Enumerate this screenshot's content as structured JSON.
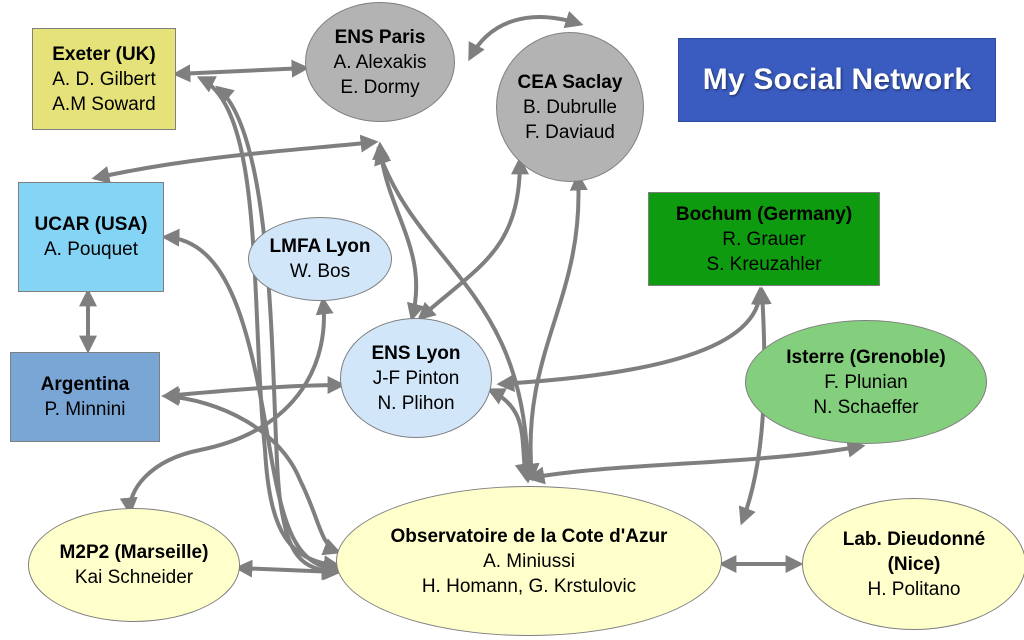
{
  "title": "My Social Network",
  "nodes": {
    "exeter": {
      "name": "Exeter (UK)",
      "people": [
        "A. D. Gilbert",
        "A.M Soward"
      ],
      "color": "#e6e27a"
    },
    "ens_paris": {
      "name": "ENS Paris",
      "people": [
        "A. Alexakis",
        "E. Dormy"
      ],
      "color": "#b3b3b3"
    },
    "cea": {
      "name": "CEA Saclay",
      "people": [
        "B. Dubrulle",
        "F. Daviaud"
      ],
      "color": "#b3b3b3"
    },
    "ucar": {
      "name": "UCAR (USA)",
      "people": [
        "A. Pouquet"
      ],
      "color": "#84d4f5"
    },
    "lmfa": {
      "name": "LMFA Lyon",
      "people": [
        "W. Bos"
      ],
      "color": "#d2e6fa"
    },
    "bochum": {
      "name": "Bochum (Germany)",
      "people": [
        "R. Grauer",
        "S. Kreuzahler"
      ],
      "color": "#0f9b0f"
    },
    "argentina": {
      "name": "Argentina",
      "people": [
        "P. Minnini"
      ],
      "color": "#7aa6d6"
    },
    "ens_lyon": {
      "name": "ENS Lyon",
      "people": [
        "J-F Pinton",
        "N. Plihon"
      ],
      "color": "#d2e6fa"
    },
    "isterre": {
      "name": "Isterre (Grenoble)",
      "people": [
        "F. Plunian",
        "N. Schaeffer"
      ],
      "color": "#84cf7e"
    },
    "m2p2": {
      "name": "M2P2 (Marseille)",
      "people": [
        "Kai Schneider"
      ],
      "color": "#ffffcc"
    },
    "oca": {
      "name": "Observatoire de la Cote d'Azur",
      "people": [
        "A. Miniussi",
        "H. Homann, G. Krstulovic"
      ],
      "color": "#ffffcc"
    },
    "dieudonne": {
      "name": "Lab. Dieudonné\n(Nice)",
      "people": [
        "H. Politano"
      ],
      "color": "#ffffcc"
    }
  },
  "colors": {
    "arrow": "#7f7f7f",
    "title_bg": "#3a5bbf",
    "title_text": "#ffffff"
  }
}
